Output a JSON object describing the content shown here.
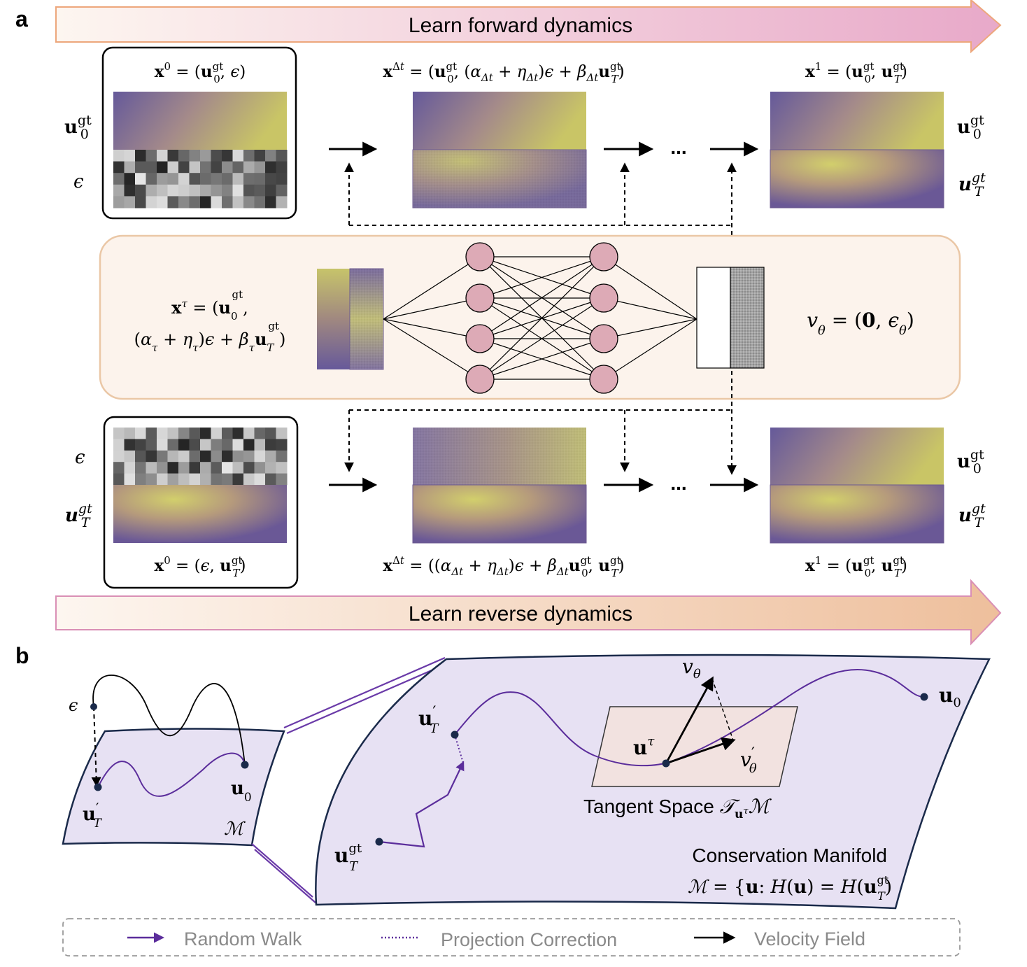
{
  "panel_a": {
    "label": "a",
    "forward_banner": "Learn forward dynamics",
    "reverse_banner": "Learn reverse dynamics",
    "ellipsis": "...",
    "network_output": "v_θ = (0, ε_θ)",
    "network_input": "x^τ = (u_0^gt, (α_τ + η_τ)ε + β_τ u_T^gt)",
    "forward": {
      "state_0": "x^0 = (u_0^gt, ε)",
      "state_dt": "x^Δt = (u_0^gt, (α_Δt + η_Δt)ε + β_Δt u_T^gt)",
      "state_1": "x^1 = (u_0^gt, u_T^gt)",
      "rows_left": [
        "u_0^gt",
        "ε"
      ],
      "rows_right": [
        "u_0^gt",
        "u_T^gt"
      ]
    },
    "reverse": {
      "state_0": "x^0 = (ε, u_T^gt)",
      "state_dt": "x^Δt = ((α_Δt + η_Δt)ε + β_Δt u_0^gt, u_T^gt)",
      "state_1": "x^1 = (u_0^gt, u_T^gt)",
      "rows_left": [
        "ε",
        "u_T^gt"
      ],
      "rows_right": [
        "u_0^gt",
        "u_T^gt"
      ]
    }
  },
  "panel_b": {
    "label": "b",
    "small": {
      "eps": "ε",
      "u0": "u_0",
      "uT_prime": "u'_T",
      "manifold": "ℳ"
    },
    "large": {
      "uT_gt": "u_T^gt",
      "uT_prime": "u'_T",
      "u_tau": "u^τ",
      "u0": "u_0",
      "v_theta": "v_θ",
      "v_theta_prime": "v'_θ",
      "tangent_space": "Tangent Space 𝒯_{u^τ}ℳ",
      "manifold_title": "Conservation Manifold",
      "manifold_def": "ℳ = {u: H(u) = H(u_T^gt)}"
    },
    "legend": [
      {
        "label": "Random Walk",
        "style": "solid",
        "color": "#5b2d9b"
      },
      {
        "label": "Projection Correction",
        "style": "dotted",
        "color": "#5b2d9b"
      },
      {
        "label": "Velocity Field",
        "style": "solid",
        "color": "#000000"
      }
    ]
  },
  "colors": {
    "field_purple": "#6a5a96",
    "field_yellow": "#c8c466",
    "node_fill": "#ddaab6",
    "manifold_fill": "#e7e1f3",
    "tangent_fill": "#f2e2e0",
    "network_bg": "#fcf3ec",
    "network_border": "#eac7a6"
  }
}
